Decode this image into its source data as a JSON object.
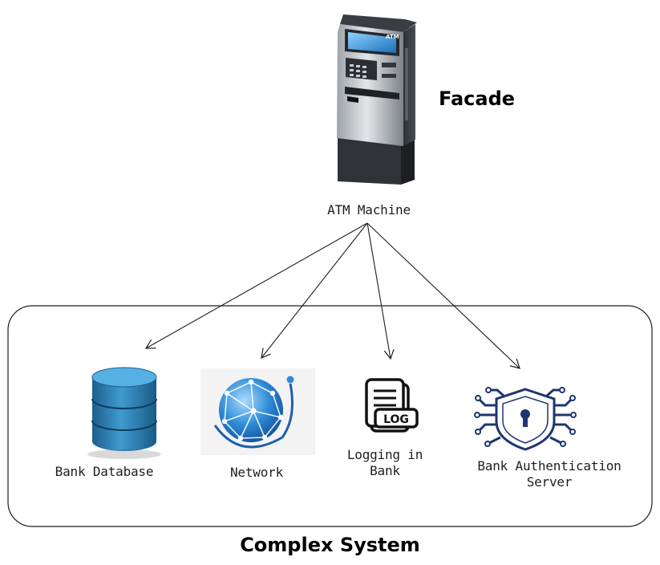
{
  "facade": {
    "title": "Facade",
    "atm_label": "ATM Machine",
    "atm_screen_text": "ATM"
  },
  "complex_system": {
    "title": "Complex System",
    "components": [
      {
        "label": "Bank Database",
        "icon": "database-icon"
      },
      {
        "label": "Network",
        "icon": "globe-network-icon"
      },
      {
        "label": "Logging in\nBank",
        "icon": "log-document-icon",
        "badge": "LOG"
      },
      {
        "label": "Bank Authentication\nServer",
        "icon": "security-shield-icon"
      }
    ]
  },
  "colors": {
    "stroke": "#1e1e1e",
    "database": "#2a7fb4",
    "network": "#2e8bd6",
    "shield": "#1f3570"
  }
}
